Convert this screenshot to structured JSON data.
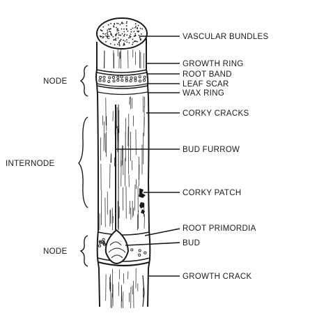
{
  "diagram": {
    "region_labels": {
      "node_top": "NODE",
      "internode": "INTERNODE",
      "node_bottom": "NODE"
    },
    "parts": [
      {
        "id": "vascular_bundles",
        "label": "VASCULAR BUNDLES"
      },
      {
        "id": "growth_ring",
        "label": "GROWTH RING"
      },
      {
        "id": "root_band",
        "label": "ROOT BAND"
      },
      {
        "id": "leaf_scar",
        "label": "LEAF SCAR"
      },
      {
        "id": "wax_ring",
        "label": "WAX RING"
      },
      {
        "id": "corky_cracks",
        "label": "CORKY CRACKS"
      },
      {
        "id": "bud_furrow",
        "label": "BUD FURROW"
      },
      {
        "id": "corky_patch",
        "label": "CORKY PATCH"
      },
      {
        "id": "root_primordia",
        "label": "ROOT PRIMORDIA"
      },
      {
        "id": "bud",
        "label": "BUD"
      },
      {
        "id": "growth_crack",
        "label": "GROWTH CRACK"
      }
    ],
    "colors": {
      "ink": "#1a1a1a",
      "background": "#ffffff"
    }
  }
}
